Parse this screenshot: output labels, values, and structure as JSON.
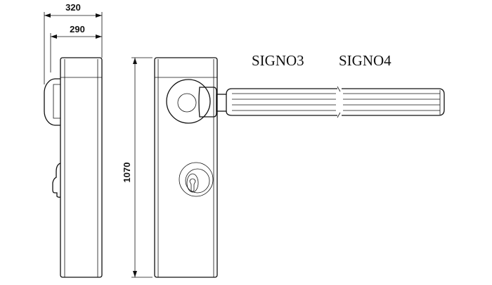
{
  "dimensions": {
    "total_width": "320",
    "body_width": "290",
    "height": "1070"
  },
  "labels": {
    "model_a": "SIGNO3",
    "model_b": "SIGNO4"
  }
}
